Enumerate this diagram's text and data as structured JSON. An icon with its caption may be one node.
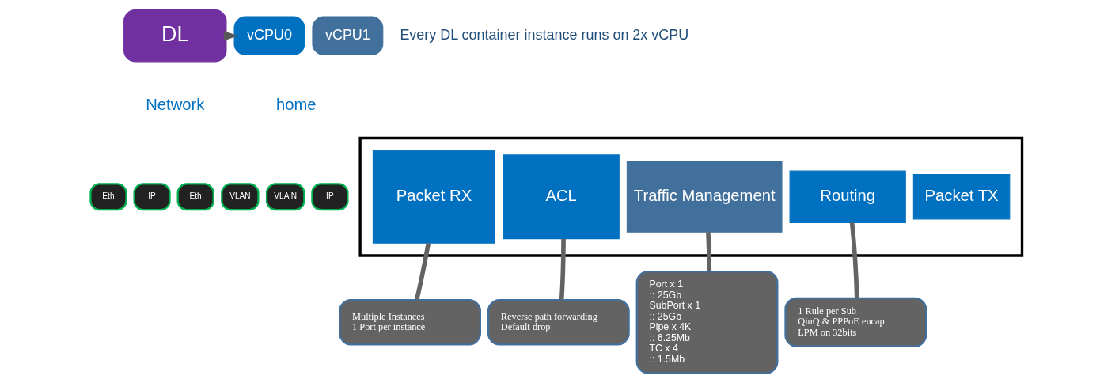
{
  "diagram": {
    "nodes": [
      {
        "text": [
          "DL"
        ]
      },
      {
        "text": [
          "vCPU0"
        ]
      },
      {
        "text": [
          "vCPU1"
        ]
      },
      {
        "text": [
          "Eth"
        ]
      },
      {
        "text": [
          "IP"
        ]
      },
      {
        "text": [],
        "shape": "trapezoid"
      },
      {
        "text": [
          "Packet RX"
        ],
        "in": 5
      },
      {
        "text": [
          "ACL"
        ],
        "in": 5
      },
      {
        "text": [
          "Traffic Management"
        ],
        "in": 5
      },
      {
        "text": [
          "Routing"
        ],
        "in": 5
      },
      {
        "text": [
          "Packet TX"
        ],
        "in": 5
      },
      {
        "text": [
          "Eth"
        ]
      },
      {
        "text": [
          "VLAN"
        ]
      },
      {
        "text": [
          "VLA N"
        ]
      },
      {
        "text": [
          "IP"
        ]
      },
      {
        "text": [
          "Multiple Instances",
          "1 Port per instance"
        ]
      },
      {
        "text": [
          "Reverse path forwarding",
          "Default drop"
        ]
      },
      {
        "text": [
          "Port x 1",
          ":: 25Gb",
          "SubPort x 1",
          ":: 25Gb",
          "Pipe x 4K",
          ":: 6.25Mb",
          "TC x 4",
          ":: 1.5Mb"
        ]
      },
      {
        "text": [
          "1 Rule per Sub",
          "QinQ & PPPoE encap",
          "LPM on 32bits"
        ]
      }
    ],
    "edges": [
      {
        "from": 0,
        "to": 1,
        "arrow": "to"
      },
      {
        "from": 15,
        "to": 6,
        "arrow": "none"
      },
      {
        "from": 16,
        "to": 7,
        "arrow": "none"
      },
      {
        "from": 17,
        "to": 8,
        "arrow": "none"
      },
      {
        "from": 18,
        "to": 9,
        "arrow": "none"
      }
    ],
    "labels": [
      "Every DL container instance runs on 2x vCPU",
      "Network",
      "home"
    ]
  }
}
